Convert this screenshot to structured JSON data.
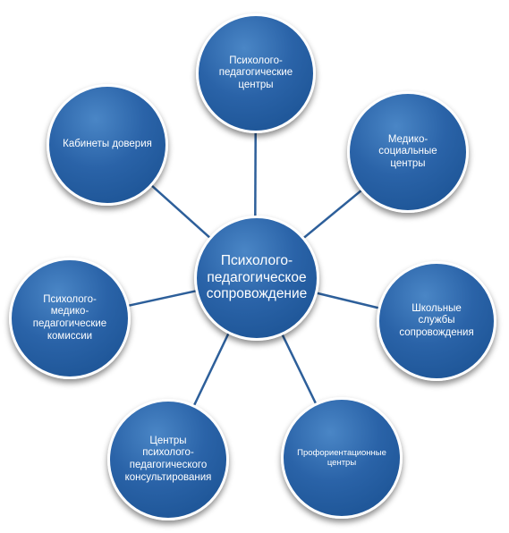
{
  "diagram": {
    "center": {
      "label": "Психолого-\nпедагогическое\nсопровождение"
    },
    "nodes": [
      {
        "id": "top",
        "label": "Психолого-\nпедагогические\nцентры"
      },
      {
        "id": "upper-right",
        "label": "Медико-\nсоциальные\nцентры"
      },
      {
        "id": "right",
        "label": "Школьные\nслужбы\nсопровождения"
      },
      {
        "id": "lower-right",
        "label": "Профориентационные\nцентры"
      },
      {
        "id": "lower-left",
        "label": "Центры\nпсихолого-\nпедагогического\nконсультирования"
      },
      {
        "id": "left",
        "label": "Психолого-\nмедико-\nпедагогические\nкомиссии"
      },
      {
        "id": "upper-left",
        "label": "Кабинеты доверия"
      }
    ],
    "colors": {
      "node_fill": "#2a63a8",
      "node_text": "#ffffff",
      "connector": "#2d5f9a"
    }
  }
}
